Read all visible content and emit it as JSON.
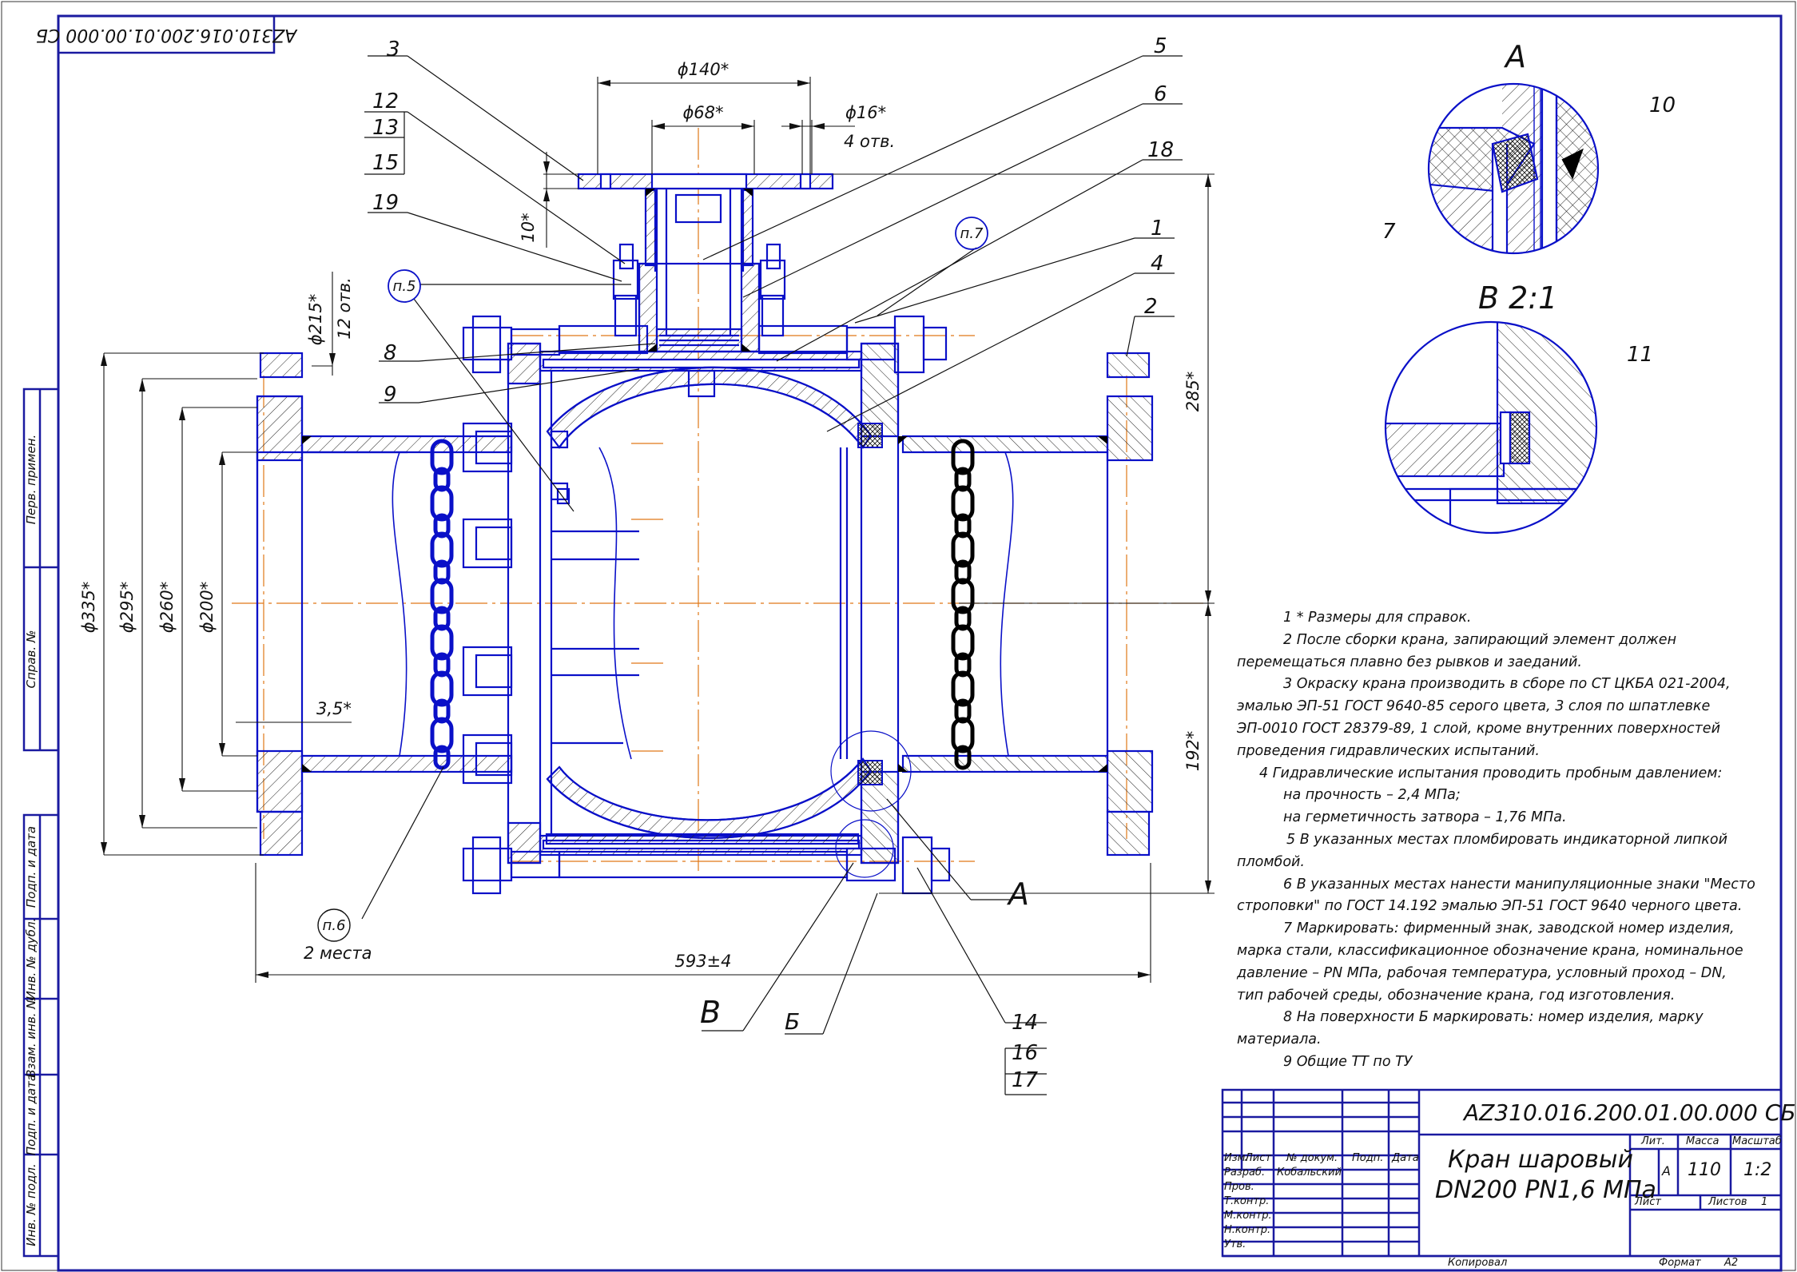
{
  "drawing": {
    "doc_code": "AZ310.016.200.01.00.000 СБ",
    "doc_code_rotated": "AZ310.016.200.01.00.000 СБ",
    "title_line1": "Кран шаровый",
    "title_line2": "DN200 PN1,6 МПа"
  },
  "views": {
    "detail_a": "А",
    "detail_b": "В 2:1",
    "callout_a": "А",
    "callout_b": "В",
    "mark_b": "Б"
  },
  "dimensions": {
    "d140": "ϕ140*",
    "d68": "ϕ68*",
    "d16": "ϕ16*",
    "holes4": "4 отв.",
    "h10": "10*",
    "d215": "ϕ215*",
    "holes12": "12 отв.",
    "d335": "ϕ335*",
    "d295": "ϕ295*",
    "d260": "ϕ260*",
    "d200": "ϕ200*",
    "d35": "3,5*",
    "h285": "285*",
    "h192": "192*",
    "l593": "593±4",
    "two_places": "2 места"
  },
  "parts": {
    "p1": "1",
    "p2": "2",
    "p3": "3",
    "p4": "4",
    "p5": "5",
    "p6": "6",
    "p7": "7",
    "p8": "8",
    "p9": "9",
    "p10": "10",
    "p11": "11",
    "p12": "12",
    "p13": "13",
    "p14": "14",
    "p15": "15",
    "p16": "16",
    "p17": "17",
    "p18": "18",
    "p19": "19",
    "n5": "п.5",
    "n6": "п.6",
    "n7": "п.7"
  },
  "notes": [
    "1 * Размеры для справок.",
    "2 После сборки крана, запирающий элемент должен",
    "перемещаться плавно без рывков и заеданий.",
    "3 Окраску крана производить в сборе по СТ ЦКБА 021-2004,",
    "эмалью ЭП-51 ГОСТ 9640-85 серого цвета, 3 слоя по шпатлевке",
    "ЭП-0010 ГОСТ 28379-89, 1 слой, кроме внутренних поверхностей",
    "проведения гидравлических испытаний.",
    "4  Гидравлические испытания проводить пробным давлением:",
    "на прочность – 2,4 МПа;",
    "на герметичность затвора – 1,76 МПа.",
    "5   В указанных местах пломбировать индикаторной липкой",
    "пломбой.",
    "6 В указанных местах нанести манипуляционные знаки \"Место",
    "строповки\" по ГОСТ 14.192 эмалью ЭП-51 ГОСТ 9640 черного цвета.",
    "7 Маркировать: фирменный знак, заводской номер изделия,",
    "марка стали, классификационное обозначение крана, номинальное",
    "давление – PN МПа, рабочая температура, условный проход – DN,",
    "тип рабочей среды, обозначение крана, год изготовления.",
    "8 На поверхности Б маркировать: номер изделия, марку",
    "материала.",
    "9 Общие ТТ по ТУ"
  ],
  "title_block": {
    "col_izm": "Изм.",
    "col_list": "Лист",
    "col_ndoc": "№ докум.",
    "col_podp": "Подп.",
    "col_data": "Дата",
    "row_razrab": "Разраб.",
    "razrab_name": "Кобальский",
    "row_prov": "Пров.",
    "row_tkontr": "Т.контр.",
    "row_mkontr": "М.контр.",
    "row_nkontr": "Н.контр.",
    "row_utv": "Утв.",
    "lit_label": "Лит.",
    "massa_label": "Масса",
    "masshtab_label": "Масштаб",
    "lit_value": "А",
    "massa_value": "110",
    "masshtab_value": "1:2",
    "list_label": "Лист",
    "listov_label": "Листов",
    "listov_value": "1",
    "kopiroval": "Копировал",
    "format_label": "Формат",
    "format_value": "А2"
  },
  "side_stamp": {
    "perv_primen": "Перв. примен.",
    "sprav_no": "Справ. №",
    "podp_data1": "Подп. и дата",
    "inv_dubl": "Инв. № дубл.",
    "vzam_inv": "Взам. инв. №",
    "podp_data2": "Подп. и дата",
    "inv_podl": "Инв. № подл."
  },
  "colors": {
    "ink": "#0a10c8",
    "frame": "#1a1aa0",
    "axis": "#e07818",
    "weld": "#000000"
  }
}
